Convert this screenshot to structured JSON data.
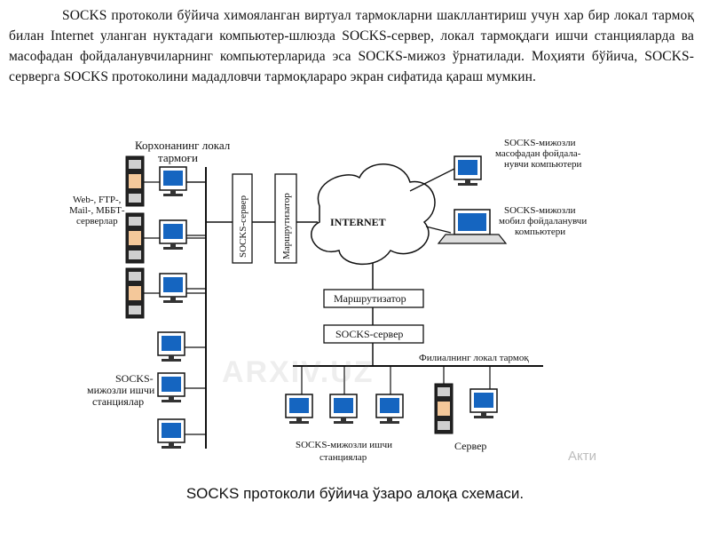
{
  "paragraph": "SOCKS протоколи бўйича химояланган виртуал тармокларни шакллантириш учун хар бир локал тармоқ билан Internet уланган нуктадаги компьютер-шлюзда SOCKS-сервер, локал тармоқдаги ишчи станцияларда ва масофадан фойдаланувчиларнинг компьютерларида эса SOCKS-мижоз ўрнатилади. Моҳияти бўйича, SOCKS-серверга SOCKS протоколини мададловчи тармоқлараро экран сифатида қараш мумкин.",
  "diagram": {
    "corp_lan_title_1": "Корхонанинг локал",
    "corp_lan_title_2": "тармоғи",
    "servers_label_1": "Web-, FTP-,",
    "servers_label_2": "Mail-, МББТ-",
    "servers_label_3": "серверлар",
    "socks_client_stations_1": "SOCKS-",
    "socks_client_stations_2": "мижозли ишчи",
    "socks_client_stations_3": "станциялар",
    "socks_server_vertical": "SOCKS-сервер",
    "router_vertical": "Маршрутизатор",
    "internet": "INTERNET",
    "remote_client_1": "SOCKS-мижозли",
    "remote_client_2": "масофадан фойдала-",
    "remote_client_3": "нувчи компьютери",
    "mobile_client_1": "SOCKS-мижозли",
    "mobile_client_2": "мобил фойдаланувчи",
    "mobile_client_3": "компьютери",
    "branch_router": "Маршрутизатор",
    "branch_socks_server": "SOCKS-сервер",
    "branch_lan": "Филиалнинг локал тармоқ",
    "branch_stations_1": "SOCKS-мижозли ишчи",
    "branch_stations_2": "станциялар",
    "server_label": "Сервер"
  },
  "caption": "SOCKS протоколи бўйича ўзаро алоқа схемаси.",
  "watermark": "ARXIV.UZ",
  "overlay_text": "Акти"
}
